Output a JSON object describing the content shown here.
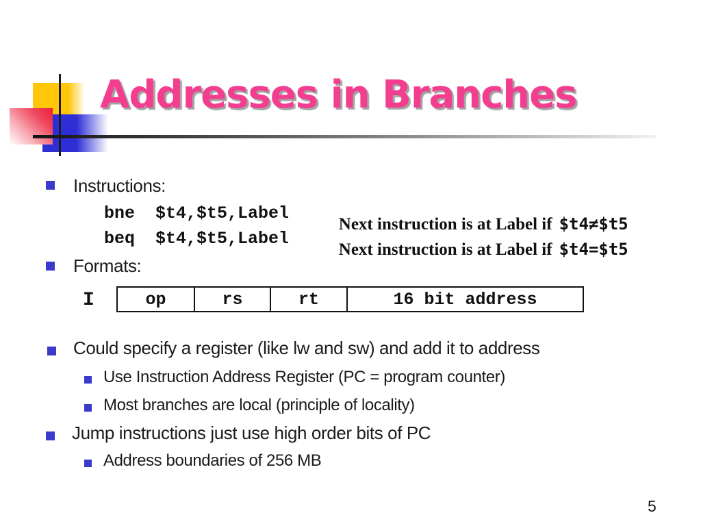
{
  "slide": {
    "title": "Addresses in Branches",
    "page_number": "5",
    "colors": {
      "title_pink": "#F33E90",
      "title_shadow_gray": "#A3A3A3",
      "bullet_blue": "#3A3ACB",
      "accent_yellow": "#FFC60A",
      "accent_red": "#EE1D38",
      "accent_blue": "#2E2ED6",
      "body_text": "#1B1B1B"
    }
  },
  "content": {
    "bullet1": "Instructions:",
    "code_lines": [
      {
        "code": "bne  $t4,$t5,Label",
        "comment_serif": "Next instruction is at Label if",
        "comment_mono": "$t4≠$t5"
      },
      {
        "code": "beq  $t4,$t5,Label",
        "comment_serif": "Next instruction is at Label if",
        "comment_mono": "$t4=$t5"
      }
    ],
    "bullet2": "Formats:",
    "format_label": "I",
    "format_table": {
      "cells": [
        "op",
        "rs",
        "rt",
        "16 bit address"
      ]
    },
    "bullet3": "Could specify a register (like lw and sw) and add it to address",
    "sub3": [
      "Use Instruction Address Register (PC = program counter)",
      "Most branches are local (principle of locality)"
    ],
    "bullet4": "Jump instructions just use high order bits of PC",
    "sub4": [
      "Address boundaries of 256 MB"
    ]
  }
}
